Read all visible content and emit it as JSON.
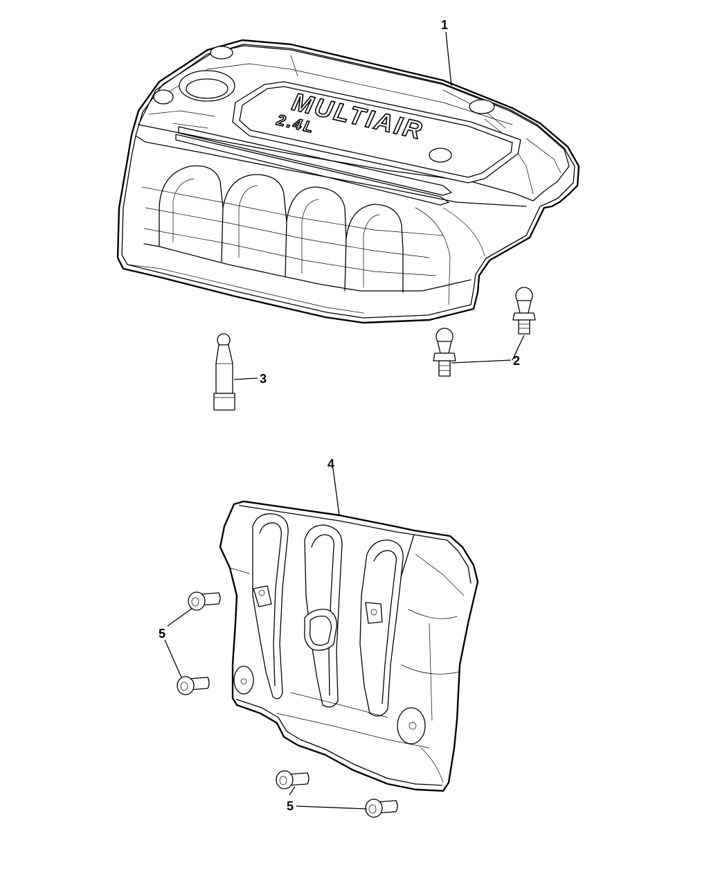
{
  "diagram": {
    "cover_badge": {
      "main_text": "MULTIAIR",
      "sub_text": "2.4L"
    },
    "callouts": [
      {
        "id": "1",
        "label": "1"
      },
      {
        "id": "2",
        "label": "2"
      },
      {
        "id": "3",
        "label": "3"
      },
      {
        "id": "4",
        "label": "4"
      },
      {
        "id": "5a",
        "label": "5"
      },
      {
        "id": "5b",
        "label": "5"
      }
    ]
  }
}
